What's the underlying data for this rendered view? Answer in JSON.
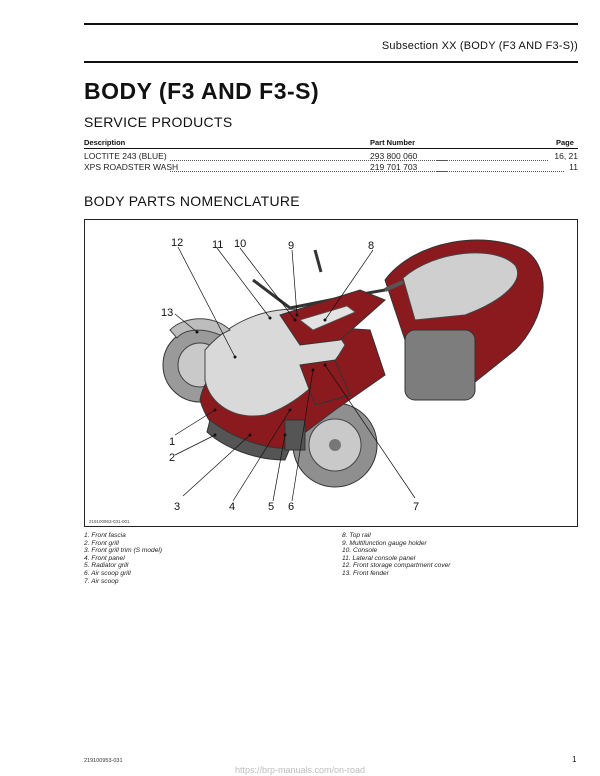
{
  "header": {
    "subsection": "Subsection XX (BODY (F3 AND F3-S))"
  },
  "page_title": "BODY (F3 AND F3-S)",
  "service_products": {
    "heading": "SERVICE PRODUCTS",
    "columns": [
      "Description",
      "Part Number",
      "Page"
    ],
    "rows": [
      {
        "description": "LOCTITE 243 (BLUE)",
        "part_number": "293 800 060",
        "page": "16, 21"
      },
      {
        "description": "XPS ROADSTER WASH",
        "part_number": "219 701 703",
        "page": "11"
      }
    ]
  },
  "nomenclature": {
    "heading": "BODY PARTS NOMENCLATURE",
    "figure_code": "219100953-031-001",
    "callouts": [
      "1",
      "2",
      "3",
      "4",
      "5",
      "6",
      "7",
      "8",
      "9",
      "10",
      "11",
      "12",
      "13"
    ],
    "legend_left": [
      "1.  Front fascia",
      "2.  Front grill",
      "3.  Front grill trim (S model)",
      "4.  Front panel",
      "5.  Radiator grill",
      "6.  Air scoop grill",
      "7.  Air scoop"
    ],
    "legend_right": [
      "8.   Top rail",
      "9.   Multifunction gauge holder",
      "10. Console",
      "11. Lateral console panel",
      "12. Front storage compartment cover",
      "13. Front fender"
    ]
  },
  "footer": {
    "doc_code": "219100953-031",
    "page_number": "1",
    "watermark": "https://brp-manuals.com/on-road"
  },
  "colors": {
    "body_red": "#8b1a1f",
    "panel_grey": "#d9d9d9",
    "rule": "#111111"
  }
}
